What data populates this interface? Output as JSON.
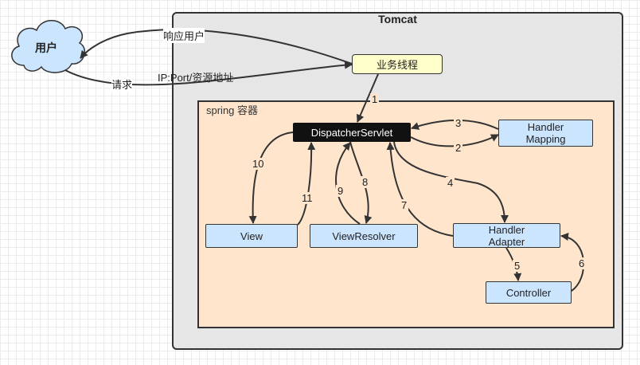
{
  "title": "Tomcat",
  "spring_container": "spring 容器",
  "nodes": {
    "user": "用户",
    "worker_thread": "业务线程",
    "dispatcher": "DispatcherServlet",
    "handler_mapping": "Handler\nMapping",
    "view": "View",
    "view_resolver": "ViewResolver",
    "handler_adapter": "Handler\nAdapter",
    "controller": "Controller"
  },
  "edge_labels": {
    "response": "响应用户",
    "request": "请求",
    "address": "IP:Port/资源地址"
  },
  "steps": [
    "1",
    "2",
    "3",
    "4",
    "5",
    "6",
    "7",
    "8",
    "9",
    "10",
    "11"
  ],
  "colors": {
    "tomcat_bg": "#e6e6e6",
    "spring_bg": "#ffe5cc",
    "node_blue": "#cce5ff",
    "worker_yellow": "#ffffcc",
    "dispatcher_black": "#111111",
    "cloud_blue": "#cce5ff"
  }
}
